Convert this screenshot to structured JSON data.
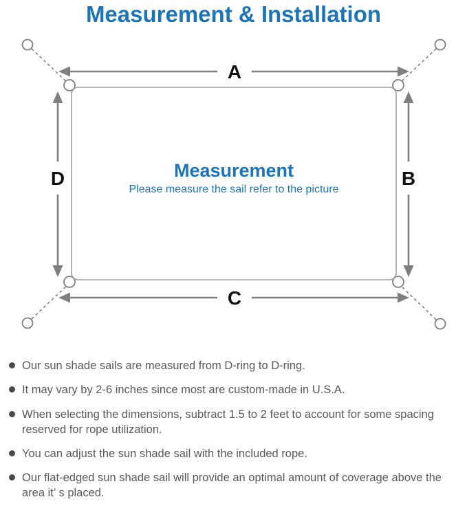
{
  "title": "Measurement & Installation",
  "diagram": {
    "labels": {
      "top": "A",
      "right": "B",
      "bottom": "C",
      "left": "D"
    },
    "center_title": "Measurement",
    "center_subtitle": "Please measure the sail refer to the picture",
    "colors": {
      "accent_blue": "#1b75bc",
      "arrow_gray": "#7f7f7f",
      "sail_border_gray": "#a0a0a0",
      "label_black": "#111111",
      "note_text_gray": "#595959"
    }
  },
  "notes": {
    "items": [
      "Our sun shade sails are measured from D-ring to D-ring.",
      "It may vary by 2-6 inches since most are custom-made in U.S.A.",
      "When selecting the dimensions, subtract 1.5 to 2 feet to account for some spacing reserved for rope utilization.",
      "You can adjust the sun shade sail with the included rope.",
      "Our flat-edged sun shade sail will provide an optimal amount of coverage above the area it’ s placed."
    ]
  }
}
